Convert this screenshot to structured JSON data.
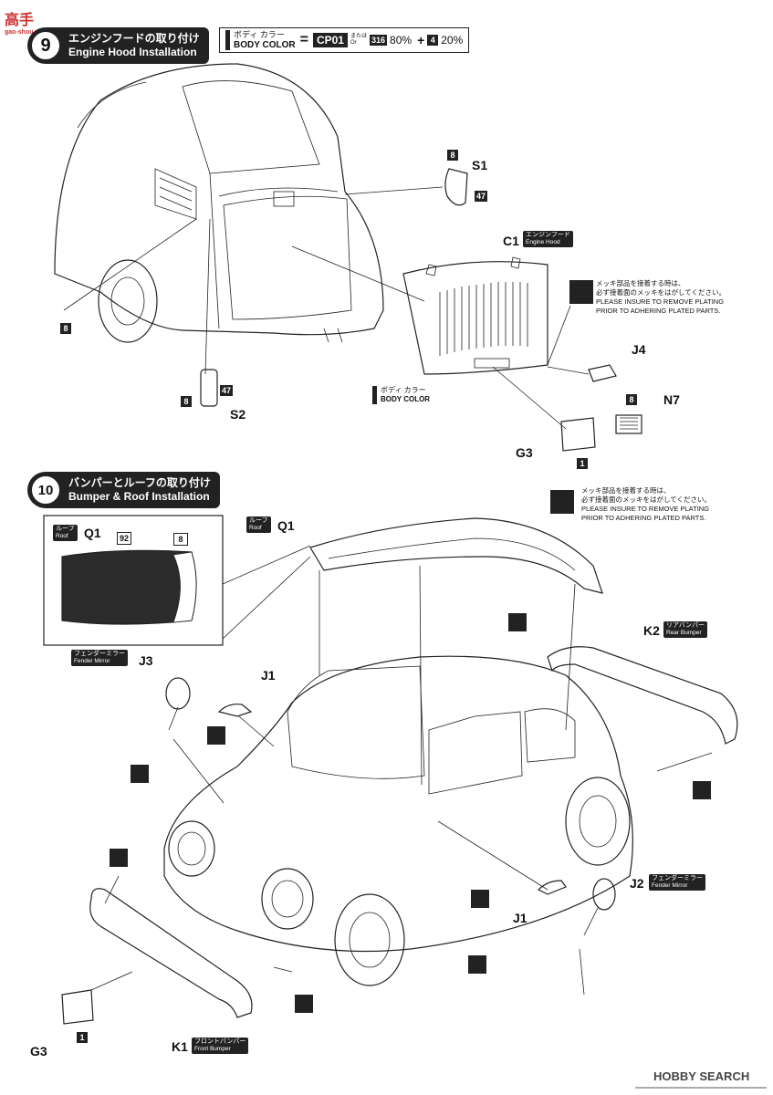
{
  "watermark": {
    "top": "高手",
    "url": "gao-shou.com"
  },
  "step9": {
    "number": "9",
    "title_jp": "エンジンフードの取り付け",
    "title_en": "Engine Hood Installation",
    "body_color_label_jp": "ボディ カラー",
    "body_color_label_en": "BODY COLOR",
    "equals": "=",
    "color_code": "CP01",
    "or_jp": "または",
    "or_en": "Or",
    "mix_a_code": "316",
    "mix_a_pct": "80%",
    "plus": "+",
    "mix_b_code": "4",
    "mix_b_pct": "20%"
  },
  "step9_parts": {
    "s1_label": "S1",
    "s1_color_top": "8",
    "s1_color_side": "47",
    "s2_label": "S2",
    "s2_color_left": "8",
    "s2_color_right": "47",
    "body_color_8": "8",
    "c1_label": "C1",
    "c1_tag_jp": "エンジンフード",
    "c1_tag_en": "Engine Hood",
    "hood_body_color_jp": "ボディ カラー",
    "hood_body_color_en": "BODY COLOR",
    "plating_note_1": "メッキ部品を接着する時は、",
    "plating_note_2": "必ず接着面のメッキをはがしてください。",
    "plating_note_3": "PLEASE INSURE TO REMOVE PLATING",
    "plating_note_4": "PRIOR TO ADHERING PLATED PARTS.",
    "j4_label": "J4",
    "n7_label": "N7",
    "n7_color": "8",
    "g3_label": "G3",
    "g3_color": "1"
  },
  "step10": {
    "number": "10",
    "title_jp": "バンパーとルーフの取り付け",
    "title_en": "Bumper & Roof Installation",
    "plating_note_1": "メッキ部品を接着する時は、",
    "plating_note_2": "必ず接着面のメッキをはがしてください。",
    "plating_note_3": "PLEASE INSURE TO REMOVE PLATING",
    "plating_note_4": "PRIOR TO ADHERING PLATED PARTS."
  },
  "step10_parts": {
    "inset_roof_tag_jp": "ルーフ",
    "inset_roof_tag_en": "Roof",
    "inset_q1_label": "Q1",
    "inset_color_92": "92",
    "inset_color_8": "8",
    "roof_tag_jp": "ルーフ",
    "roof_tag_en": "Roof",
    "q1_label": "Q1",
    "j3_tag_jp": "フェンダーミラー",
    "j3_tag_en": "Fender Mirror",
    "j3_label": "J3",
    "j1_label_top": "J1",
    "k2_label": "K2",
    "k2_tag_jp": "リアバンパー",
    "k2_tag_en": "Rear Bumper",
    "j2_label": "J2",
    "j2_tag_jp": "フェンダーミラー",
    "j2_tag_en": "Fender Mirror",
    "j1_label_bottom": "J1",
    "k1_label": "K1",
    "k1_tag_jp": "フロントバンパー",
    "k1_tag_en": "Front Bumper",
    "g3_label": "G3",
    "g3_color": "1"
  },
  "footer": {
    "brand": "HOBBY SEARCH"
  }
}
